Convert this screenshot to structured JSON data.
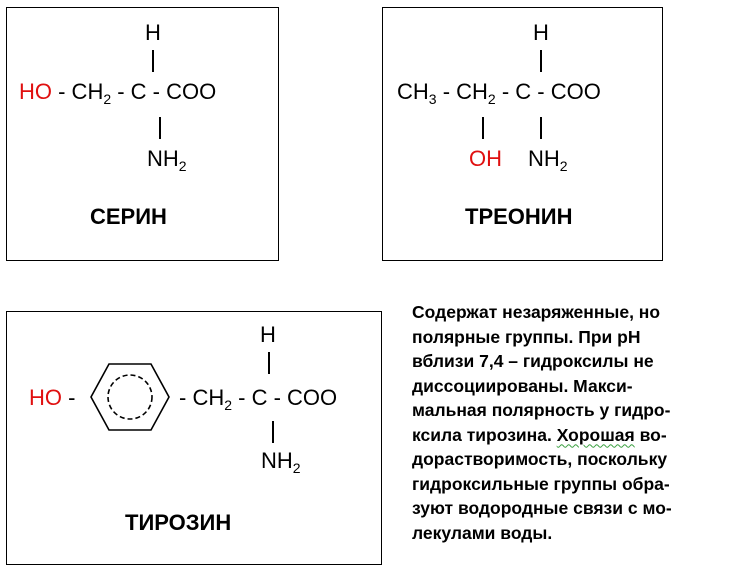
{
  "serine": {
    "h": "H",
    "ho": "HO",
    "chain_prefix": " - CH",
    "sub2": "2",
    "chain_suffix": " - C - COO",
    "nh": "NH",
    "nh_sub": "2",
    "name": "СЕРИН"
  },
  "threonine": {
    "h": "H",
    "ch3": "CH",
    "ch3_sub": "3",
    "mid": " - CH",
    "mid_sub": "2",
    "tail": " - C - COO",
    "oh": "OH",
    "nh": "NH",
    "nh_sub": "2",
    "name": "ТРЕОНИН"
  },
  "tyrosine": {
    "h": "H",
    "ho": "HO",
    "dash": " -",
    "chain": "- CH",
    "chain_sub": "2",
    "tail": " - C - COO",
    "nh": "NH",
    "nh_sub": "2",
    "name": "ТИРОЗИН"
  },
  "description": {
    "lines": [
      "Содержат  незаряженные, но",
      "полярные группы.  При рН",
      "вблизи 7,4 – гидроксилы не",
      "диссоциированы. Макси-",
      "мальная полярность у гидро-",
      "ксила тирозина. ",
      "Хорошая",
      " во-",
      "дорастворимость, поскольку",
      "гидроксильные группы обра-",
      "зуют водородные связи с мо-",
      "лекулами воды."
    ]
  }
}
